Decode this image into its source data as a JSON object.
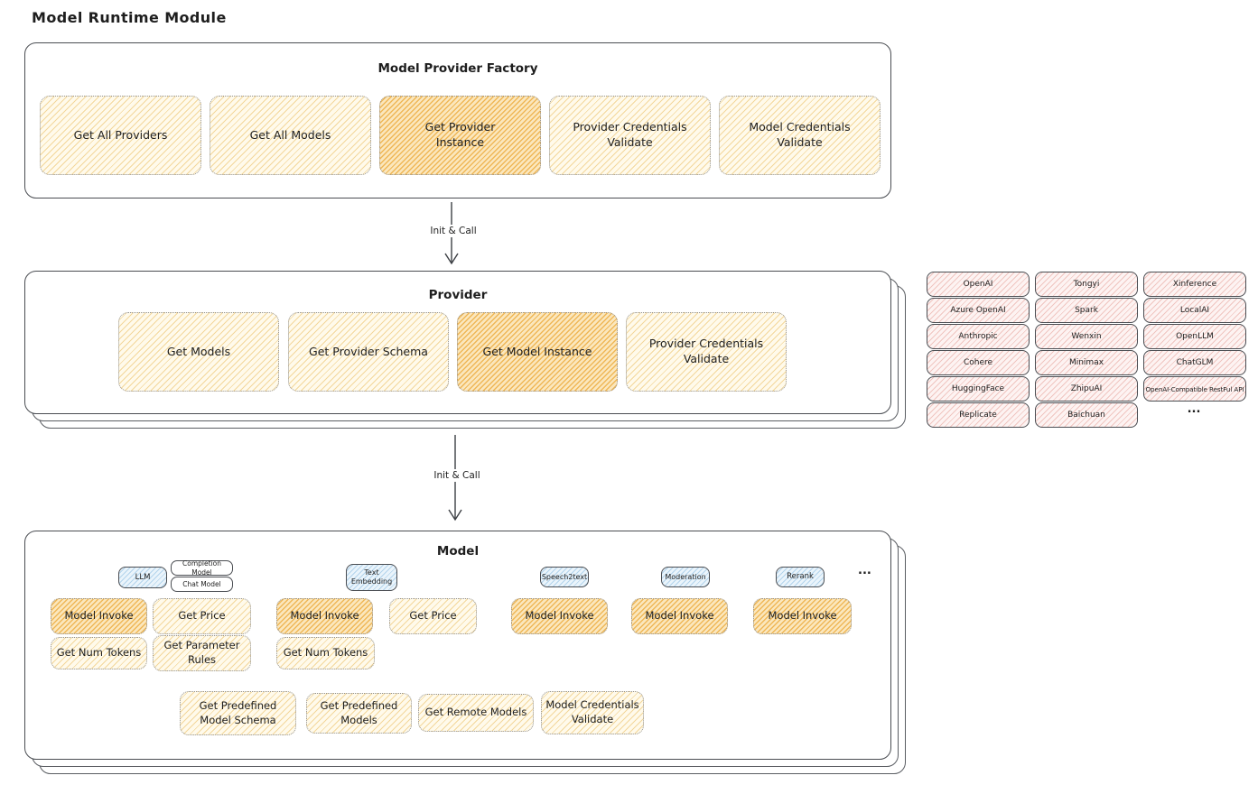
{
  "page_title": "Model Runtime Module",
  "colors": {
    "yellow_fill": "#fffaeb",
    "yellow_line": "#f3d79b",
    "highlight_fill": "#fbe7bd",
    "highlight_line": "#efb757",
    "pink_fill": "#fdf3f2",
    "pink_line": "#f0c5c0",
    "blue_fill": "#eaf4fb",
    "blue_line": "#b3d4ec"
  },
  "arrows": [
    {
      "label": "Init & Call"
    },
    {
      "label": "Init & Call"
    }
  ],
  "factory": {
    "title": "Model Provider Factory",
    "buttons": [
      {
        "label": "Get All Providers",
        "highlight": false
      },
      {
        "label": "Get All Models",
        "highlight": false
      },
      {
        "label": "Get Provider Instance",
        "highlight": true
      },
      {
        "label": "Provider Credentials Validate",
        "highlight": false
      },
      {
        "label": "Model Credentials Validate",
        "highlight": false
      }
    ]
  },
  "provider": {
    "title": "Provider",
    "buttons": [
      {
        "label": "Get Models",
        "highlight": false
      },
      {
        "label": "Get Provider Schema",
        "highlight": false
      },
      {
        "label": "Get Model Instance",
        "highlight": true
      },
      {
        "label": "Provider Credentials Validate",
        "highlight": false
      }
    ]
  },
  "providers": {
    "items": [
      "OpenAI",
      "Tongyi",
      "Xinference",
      "Azure OpenAI",
      "Spark",
      "LocalAI",
      "Anthropic",
      "Wenxin",
      "OpenLLM",
      "Cohere",
      "Minimax",
      "ChatGLM",
      "HuggingFace",
      "ZhipuAI",
      "OpenAI-Compatible RestFul API",
      "Replicate",
      "Baichuan"
    ],
    "more": "..."
  },
  "model": {
    "title": "Model",
    "tags": [
      "LLM",
      "Completion Model",
      "Chat Model",
      "Text Embedding",
      "Speech2text",
      "Moderation",
      "Rerank"
    ],
    "more": "...",
    "row1": [
      {
        "label": "Model Invoke",
        "highlight": true
      },
      {
        "label": "Get Price",
        "highlight": false
      },
      {
        "label": "Model Invoke",
        "highlight": true
      },
      {
        "label": "Get Price",
        "highlight": false
      },
      {
        "label": "Model Invoke",
        "highlight": true
      },
      {
        "label": "Model Invoke",
        "highlight": true
      },
      {
        "label": "Model Invoke",
        "highlight": true
      }
    ],
    "row2": [
      {
        "label": "Get Num Tokens"
      },
      {
        "label": "Get Parameter Rules"
      },
      {
        "label": "Get Num Tokens"
      }
    ],
    "bottom": [
      {
        "label": "Get Predefined Model Schema"
      },
      {
        "label": "Get Predefined Models"
      },
      {
        "label": "Get Remote Models"
      },
      {
        "label": "Model Credentials Validate"
      }
    ]
  }
}
